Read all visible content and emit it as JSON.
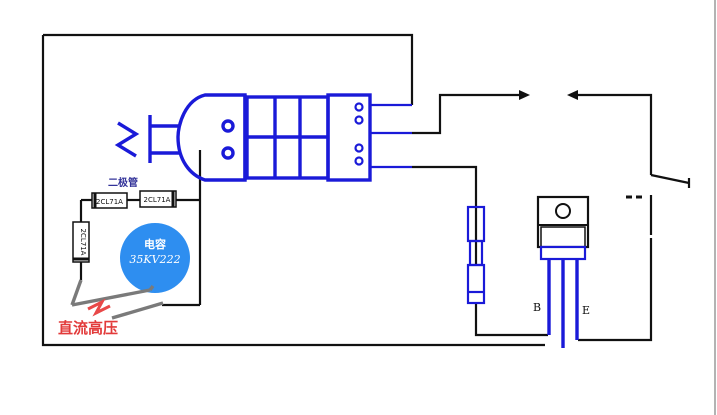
{
  "labels": {
    "diode_title": "二极管",
    "diode_1": "2CL71A",
    "diode_2": "2CL71A",
    "diode_3": "2CL71A",
    "capacitor_title": "电容",
    "capacitor_value": "35KV222",
    "output_label": "直流高压",
    "pin_b": "B",
    "pin_e": "E"
  },
  "colors": {
    "wire": "#111111",
    "hv_plug": "#1a1ad8",
    "capacitor": "#2e8ef0",
    "output_text": "#e23a3a",
    "spark": "#e84848",
    "lead_gray": "#7a7a7a"
  }
}
